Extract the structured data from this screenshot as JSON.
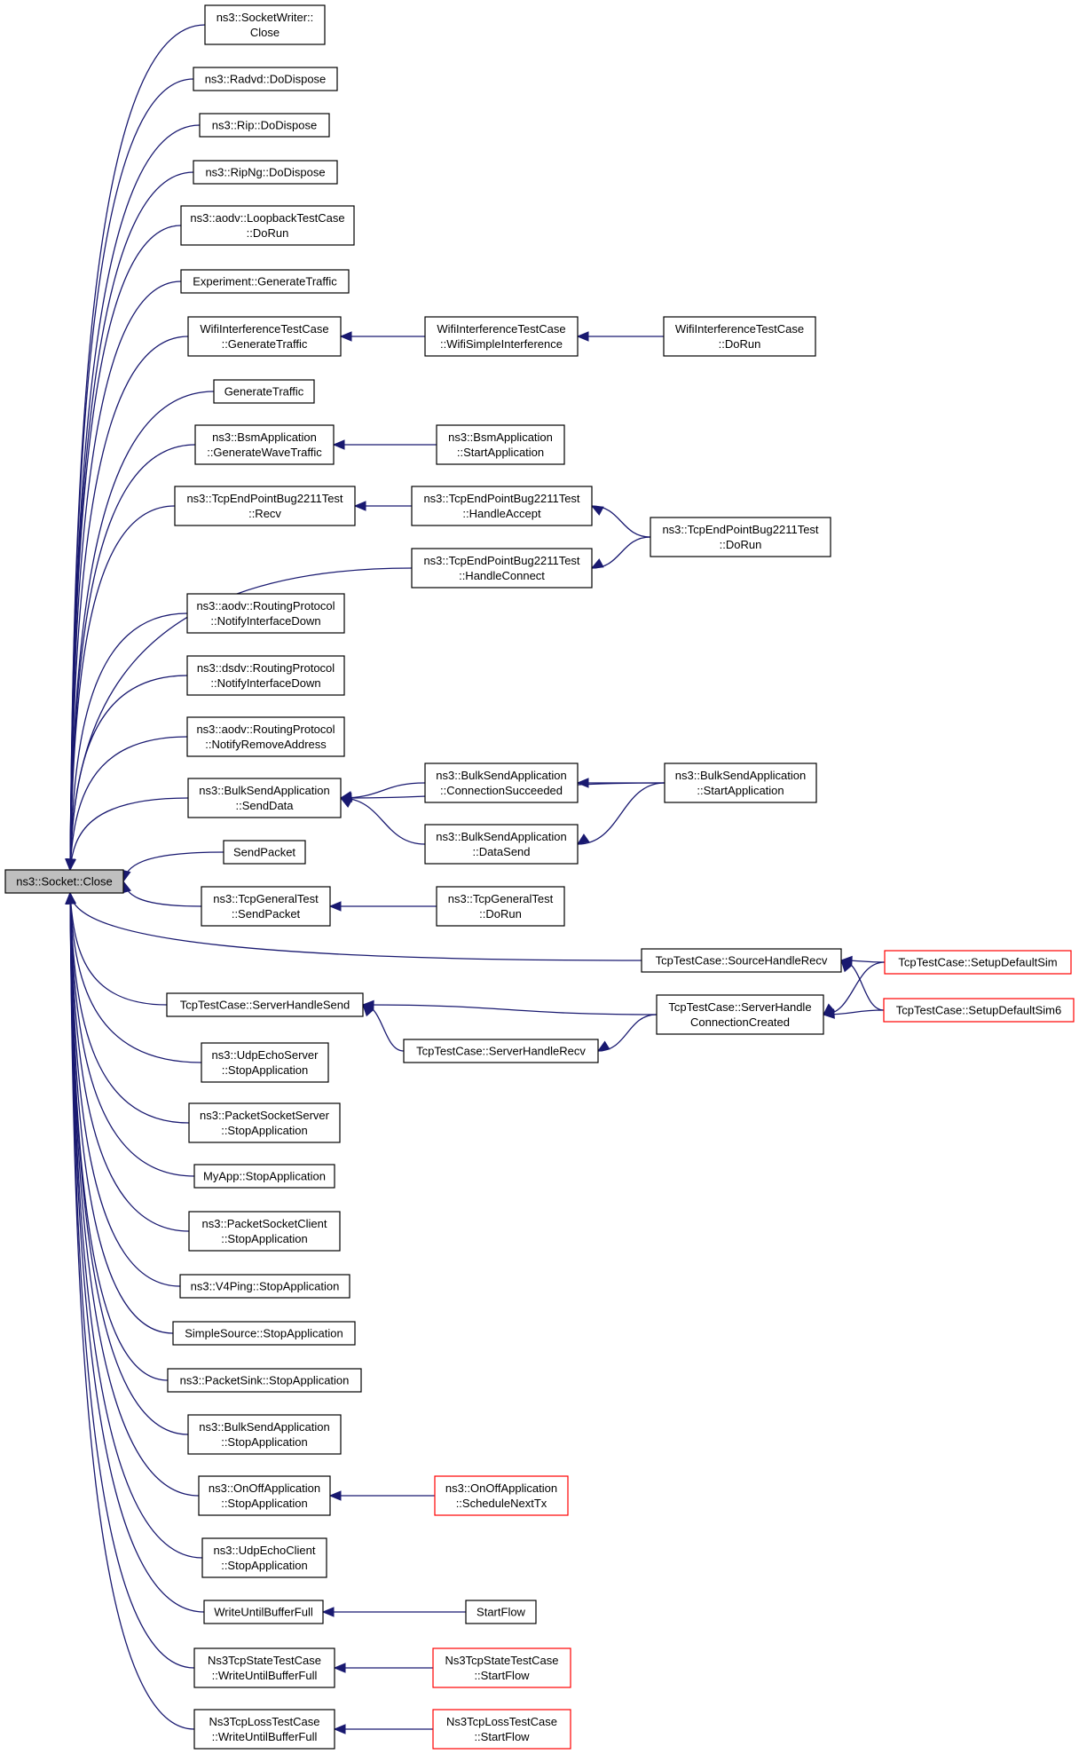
{
  "graph": {
    "nodes": {
      "root": {
        "lines": [
          "ns3::Socket::Close"
        ]
      },
      "sw_close": {
        "lines": [
          "ns3::SocketWriter::",
          "Close"
        ]
      },
      "radvd": {
        "lines": [
          "ns3::Radvd::DoDispose"
        ]
      },
      "rip": {
        "lines": [
          "ns3::Rip::DoDispose"
        ]
      },
      "ripng": {
        "lines": [
          "ns3::RipNg::DoDispose"
        ]
      },
      "aodv_lb": {
        "lines": [
          "ns3::aodv::LoopbackTestCase",
          "::DoRun"
        ]
      },
      "exp_gen": {
        "lines": [
          "Experiment::GenerateTraffic"
        ]
      },
      "wifi_gen": {
        "lines": [
          "WifiInterferenceTestCase",
          "::GenerateTraffic"
        ]
      },
      "wifi_simple": {
        "lines": [
          "WifiInterferenceTestCase",
          "::WifiSimpleInterference"
        ]
      },
      "wifi_dorun": {
        "lines": [
          "WifiInterferenceTestCase",
          "::DoRun"
        ]
      },
      "gen_traffic": {
        "lines": [
          "GenerateTraffic"
        ]
      },
      "bsm_gen": {
        "lines": [
          "ns3::BsmApplication",
          "::GenerateWaveTraffic"
        ]
      },
      "bsm_start": {
        "lines": [
          "ns3::BsmApplication",
          "::StartApplication"
        ]
      },
      "tcpep_recv": {
        "lines": [
          "ns3::TcpEndPointBug2211Test",
          "::Recv"
        ]
      },
      "tcpep_accept": {
        "lines": [
          "ns3::TcpEndPointBug2211Test",
          "::HandleAccept"
        ]
      },
      "tcpep_dorun": {
        "lines": [
          "ns3::TcpEndPointBug2211Test",
          "::DoRun"
        ]
      },
      "tcpep_connect": {
        "lines": [
          "ns3::TcpEndPointBug2211Test",
          "::HandleConnect"
        ]
      },
      "aodv_nid": {
        "lines": [
          "ns3::aodv::RoutingProtocol",
          "::NotifyInterfaceDown"
        ]
      },
      "dsdv_nid": {
        "lines": [
          "ns3::dsdv::RoutingProtocol",
          "::NotifyInterfaceDown"
        ]
      },
      "aodv_nra": {
        "lines": [
          "ns3::aodv::RoutingProtocol",
          "::NotifyRemoveAddress"
        ]
      },
      "bulk_send": {
        "lines": [
          "ns3::BulkSendApplication",
          "::SendData"
        ]
      },
      "bulk_conn": {
        "lines": [
          "ns3::BulkSendApplication",
          "::ConnectionSucceeded"
        ]
      },
      "bulk_start": {
        "lines": [
          "ns3::BulkSendApplication",
          "::StartApplication"
        ]
      },
      "bulk_datasend": {
        "lines": [
          "ns3::BulkSendApplication",
          "::DataSend"
        ]
      },
      "send_packet": {
        "lines": [
          "SendPacket"
        ]
      },
      "tcpgen_send": {
        "lines": [
          "ns3::TcpGeneralTest",
          "::SendPacket"
        ]
      },
      "tcpgen_dorun": {
        "lines": [
          "ns3::TcpGeneralTest",
          "::DoRun"
        ]
      },
      "tcp_src_recv": {
        "lines": [
          "TcpTestCase::SourceHandleRecv"
        ]
      },
      "tcp_setup": {
        "lines": [
          "TcpTestCase::SetupDefaultSim"
        ]
      },
      "tcp_srv_send": {
        "lines": [
          "TcpTestCase::ServerHandleSend"
        ]
      },
      "tcp_srv_conn": {
        "lines": [
          "TcpTestCase::ServerHandle",
          "ConnectionCreated"
        ]
      },
      "tcp_setup6": {
        "lines": [
          "TcpTestCase::SetupDefaultSim6"
        ]
      },
      "tcp_srv_recv": {
        "lines": [
          "TcpTestCase::ServerHandleRecv"
        ]
      },
      "udpecho_srv": {
        "lines": [
          "ns3::UdpEchoServer",
          "::StopApplication"
        ]
      },
      "pktsock_srv": {
        "lines": [
          "ns3::PacketSocketServer",
          "::StopApplication"
        ]
      },
      "myapp": {
        "lines": [
          "MyApp::StopApplication"
        ]
      },
      "pktsock_cli": {
        "lines": [
          "ns3::PacketSocketClient",
          "::StopApplication"
        ]
      },
      "v4ping": {
        "lines": [
          "ns3::V4Ping::StopApplication"
        ]
      },
      "simple_src": {
        "lines": [
          "SimpleSource::StopApplication"
        ]
      },
      "pktsink": {
        "lines": [
          "ns3::PacketSink::StopApplication"
        ]
      },
      "bulk_stop": {
        "lines": [
          "ns3::BulkSendApplication",
          "::StopApplication"
        ]
      },
      "onoff_stop": {
        "lines": [
          "ns3::OnOffApplication",
          "::StopApplication"
        ]
      },
      "onoff_sched": {
        "lines": [
          "ns3::OnOffApplication",
          "::ScheduleNextTx"
        ]
      },
      "udpecho_cli": {
        "lines": [
          "ns3::UdpEchoClient",
          "::StopApplication"
        ]
      },
      "write_full": {
        "lines": [
          "WriteUntilBufferFull"
        ]
      },
      "startflow": {
        "lines": [
          "StartFlow"
        ]
      },
      "ns3tcpstate_write": {
        "lines": [
          "Ns3TcpStateTestCase",
          "::WriteUntilBufferFull"
        ]
      },
      "ns3tcpstate_start": {
        "lines": [
          "Ns3TcpStateTestCase",
          "::StartFlow"
        ]
      },
      "ns3tcploss_write": {
        "lines": [
          "Ns3TcpLossTestCase",
          "::WriteUntilBufferFull"
        ]
      },
      "ns3tcploss_start": {
        "lines": [
          "Ns3TcpLossTestCase",
          "::StartFlow"
        ]
      }
    },
    "edges": [
      [
        "sw_close",
        "root"
      ],
      [
        "radvd",
        "root"
      ],
      [
        "rip",
        "root"
      ],
      [
        "ripng",
        "root"
      ],
      [
        "aodv_lb",
        "root"
      ],
      [
        "exp_gen",
        "root"
      ],
      [
        "wifi_gen",
        "root"
      ],
      [
        "gen_traffic",
        "root"
      ],
      [
        "bsm_gen",
        "root"
      ],
      [
        "tcpep_recv",
        "root"
      ],
      [
        "tcpep_connect",
        "root"
      ],
      [
        "aodv_nid",
        "root"
      ],
      [
        "dsdv_nid",
        "root"
      ],
      [
        "aodv_nra",
        "root"
      ],
      [
        "bulk_send",
        "root"
      ],
      [
        "send_packet",
        "root"
      ],
      [
        "tcpgen_send",
        "root"
      ],
      [
        "tcp_src_recv",
        "root"
      ],
      [
        "tcp_srv_send",
        "root"
      ],
      [
        "udpecho_srv",
        "root"
      ],
      [
        "pktsock_srv",
        "root"
      ],
      [
        "myapp",
        "root"
      ],
      [
        "pktsock_cli",
        "root"
      ],
      [
        "v4ping",
        "root"
      ],
      [
        "simple_src",
        "root"
      ],
      [
        "pktsink",
        "root"
      ],
      [
        "bulk_stop",
        "root"
      ],
      [
        "onoff_stop",
        "root"
      ],
      [
        "udpecho_cli",
        "root"
      ],
      [
        "write_full",
        "root"
      ],
      [
        "ns3tcpstate_write",
        "root"
      ],
      [
        "ns3tcploss_write",
        "root"
      ],
      [
        "wifi_simple",
        "wifi_gen"
      ],
      [
        "wifi_dorun",
        "wifi_simple"
      ],
      [
        "bsm_start",
        "bsm_gen"
      ],
      [
        "tcpep_accept",
        "tcpep_recv"
      ],
      [
        "tcpep_dorun",
        "tcpep_accept"
      ],
      [
        "tcpep_dorun",
        "tcpep_connect"
      ],
      [
        "bulk_conn",
        "bulk_send"
      ],
      [
        "bulk_datasend",
        "bulk_send"
      ],
      [
        "bulk_start",
        "bulk_send"
      ],
      [
        "bulk_start",
        "bulk_conn"
      ],
      [
        "bulk_start",
        "bulk_datasend"
      ],
      [
        "tcpgen_dorun",
        "tcpgen_send"
      ],
      [
        "tcp_setup",
        "tcp_src_recv"
      ],
      [
        "tcp_setup6",
        "tcp_src_recv"
      ],
      [
        "tcp_srv_conn",
        "tcp_srv_send"
      ],
      [
        "tcp_srv_recv",
        "tcp_srv_send"
      ],
      [
        "tcp_srv_conn",
        "tcp_srv_recv"
      ],
      [
        "tcp_setup",
        "tcp_srv_conn"
      ],
      [
        "tcp_setup6",
        "tcp_srv_conn"
      ],
      [
        "onoff_sched",
        "onoff_stop"
      ],
      [
        "startflow",
        "write_full"
      ],
      [
        "ns3tcpstate_start",
        "ns3tcpstate_write"
      ],
      [
        "ns3tcploss_start",
        "ns3tcploss_write"
      ]
    ]
  }
}
